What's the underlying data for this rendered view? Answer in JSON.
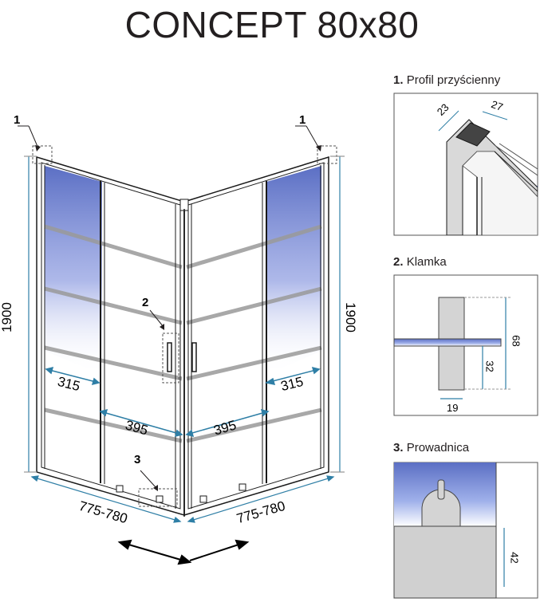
{
  "title": "CONCEPT 80x80",
  "main": {
    "callout_left": "1",
    "callout_right": "1",
    "callout_handle": "2",
    "callout_guide": "3",
    "height_left": "1900",
    "height_right": "1900",
    "fixed_left_width": "315",
    "fixed_right_width": "315",
    "door_left_width": "395",
    "door_right_width": "395",
    "base_left": "775-780",
    "base_right": "775-780"
  },
  "panels": [
    {
      "num": "1.",
      "label": "Profil przyścienny",
      "dim_a": "23",
      "dim_b": "27"
    },
    {
      "num": "2.",
      "label": "Klamka",
      "dim_a": "68",
      "dim_b": "32",
      "dim_c": "19"
    },
    {
      "num": "3.",
      "label": "Prowadnica",
      "dim_a": "42"
    }
  ],
  "colors": {
    "glass_blue": "#5b6fc4",
    "dimension_line": "#2f7fa6",
    "frame": "#1a1a1a",
    "stripe": "#8a8a8a"
  }
}
